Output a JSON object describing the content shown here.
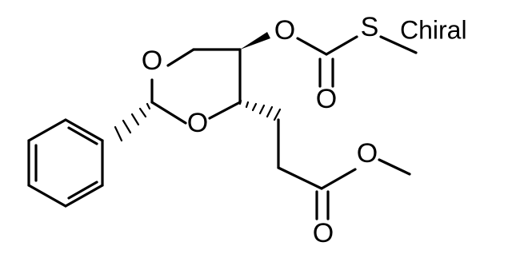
{
  "molecule": {
    "chiral_label": "Chiral",
    "atoms": {
      "ring_o_top": "O",
      "ring_o_bottom": "O",
      "carbonate_o": "O",
      "thio_s": "S",
      "carbonyl_o_top": "O",
      "ester_o": "O",
      "carbonyl_o_bottom": "O"
    }
  }
}
